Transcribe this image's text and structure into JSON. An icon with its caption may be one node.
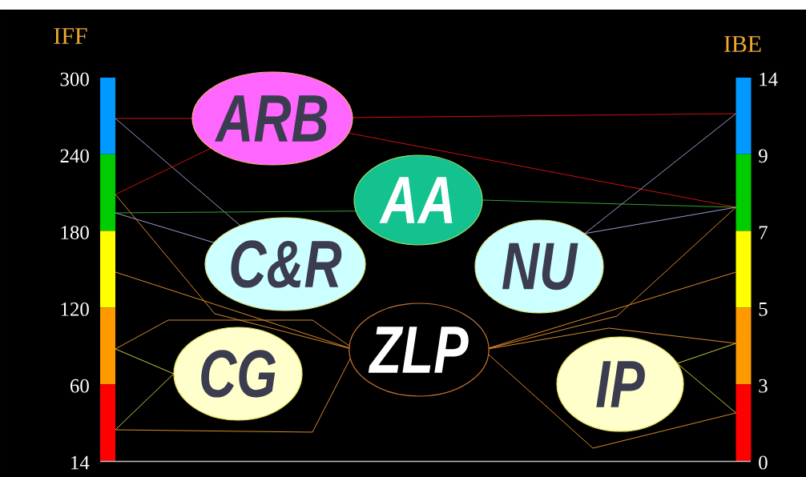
{
  "diagram": {
    "nodes": [
      {
        "text": [
          "IFF"
        ]
      },
      {
        "text": [
          "IBE"
        ]
      },
      {
        "text": [
          "ARB"
        ]
      },
      {
        "text": [
          "AA"
        ]
      },
      {
        "text": [
          "C&R"
        ]
      },
      {
        "text": [
          "NU"
        ]
      },
      {
        "text": [
          "ZLP"
        ]
      },
      {
        "text": [
          "CG"
        ]
      },
      {
        "text": [
          "IP"
        ]
      }
    ],
    "edges": [
      {
        "from": 0,
        "to": 2,
        "arrow": "none",
        "color": "#cc1111"
      },
      {
        "from": 0,
        "to": 4,
        "arrow": "none",
        "color": "#9a9ad0"
      },
      {
        "from": 0,
        "to": 2,
        "arrow": "none",
        "color": "#cc1111"
      },
      {
        "from": 0,
        "to": 6,
        "arrow": "none"
      },
      {
        "from": 0,
        "to": 3,
        "arrow": "none",
        "color": "#33a033"
      },
      {
        "from": 0,
        "to": 4,
        "arrow": "none",
        "color": "#9a9ad0"
      },
      {
        "from": 0,
        "to": 6,
        "arrow": "none"
      },
      {
        "from": 0,
        "to": 6,
        "arrow": "none"
      },
      {
        "from": 0,
        "to": 7,
        "arrow": "none",
        "color": "#c8c840"
      },
      {
        "from": 0,
        "to": 7,
        "arrow": "none",
        "color": "#c8c840"
      },
      {
        "from": 0,
        "to": 6,
        "arrow": "none"
      },
      {
        "from": 2,
        "to": 1,
        "arrow": "none",
        "color": "#cc1111"
      },
      {
        "from": 2,
        "to": 1,
        "arrow": "none",
        "color": "#cc1111"
      },
      {
        "from": 3,
        "to": 1,
        "arrow": "none",
        "color": "#33a033"
      },
      {
        "from": 5,
        "to": 1,
        "arrow": "none",
        "color": "#9a9ad0"
      },
      {
        "from": 5,
        "to": 1,
        "arrow": "none",
        "color": "#9a9ad0"
      },
      {
        "from": 6,
        "to": 1,
        "arrow": "none"
      },
      {
        "from": 6,
        "to": 1,
        "arrow": "none"
      },
      {
        "from": 6,
        "to": 1,
        "arrow": "none"
      },
      {
        "from": 6,
        "to": 1,
        "arrow": "none"
      },
      {
        "from": 8,
        "to": 1,
        "arrow": "none",
        "color": "#c8c840"
      },
      {
        "from": 8,
        "to": 1,
        "arrow": "none",
        "color": "#c8c840"
      }
    ],
    "labels": [
      "300",
      "240",
      "180",
      "120",
      "60",
      "14",
      "14",
      "9",
      "7",
      "5",
      "3",
      "0"
    ]
  }
}
